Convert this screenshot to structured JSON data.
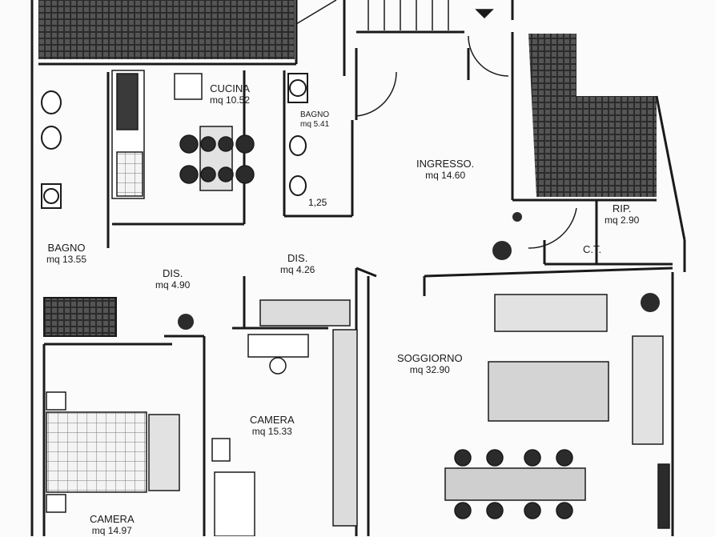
{
  "rooms": {
    "cucina": {
      "name": "CUCINA",
      "area": "mq 10.52"
    },
    "bagno_small": {
      "name": "BAGNO",
      "area": "mq 5.41"
    },
    "ingresso": {
      "name": "INGRESSO.",
      "area": "mq 14.60"
    },
    "rip": {
      "name": "RIP.",
      "area": "mq 2.90"
    },
    "ct": {
      "name": "C.T."
    },
    "bagno_left": {
      "name": "BAGNO",
      "area": "mq 13.55"
    },
    "dis_left": {
      "name": "DIS.",
      "area": "mq 4.90"
    },
    "dis_center": {
      "name": "DIS.",
      "area": "mq 4.26"
    },
    "soggiorno": {
      "name": "SOGGIORNO",
      "area": "mq 32.90"
    },
    "camera_mid": {
      "name": "CAMERA",
      "area": "mq 15.33"
    },
    "camera_left": {
      "name": "CAMERA",
      "area": "mq 14.97"
    }
  },
  "marks": {
    "window_height": "1,25"
  },
  "colors": {
    "line": "#1a1a1a",
    "roof": "#2b2b2b",
    "fill": "#e2e2e2"
  }
}
